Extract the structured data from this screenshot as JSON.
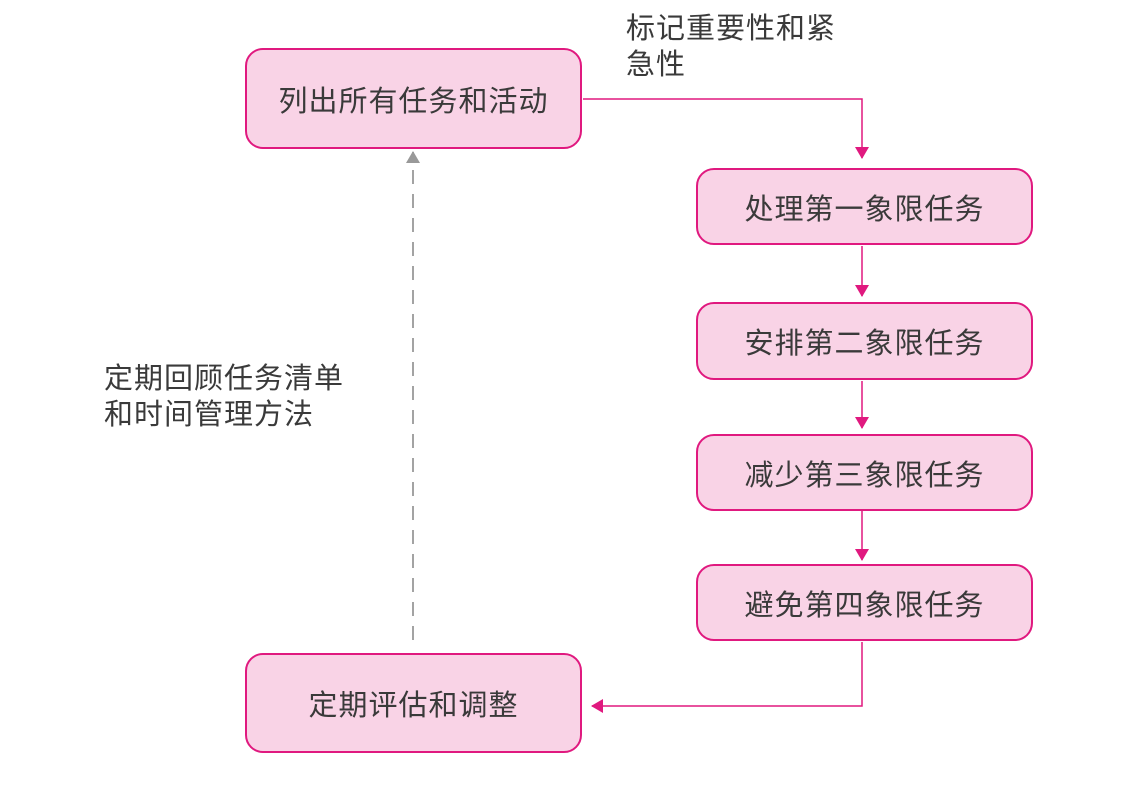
{
  "diagram": {
    "nodes": [
      {
        "id": "list",
        "text": "列出所有任务和活动"
      },
      {
        "id": "q1",
        "text": "处理第一象限任务"
      },
      {
        "id": "q2",
        "text": "安排第二象限任务"
      },
      {
        "id": "q3",
        "text": "减少第三象限任务"
      },
      {
        "id": "q4",
        "text": "避免第四象限任务"
      },
      {
        "id": "eval",
        "text": "定期评估和调整"
      }
    ],
    "edge_labels": {
      "mark": [
        "标记重要性和紧",
        "急性"
      ],
      "review": [
        "定期回顾任务清单",
        "和时间管理方法"
      ]
    },
    "edges": [
      {
        "from": "list",
        "to": "q1",
        "style": "solid",
        "label": "标记重要性和紧急性"
      },
      {
        "from": "q1",
        "to": "q2",
        "style": "solid"
      },
      {
        "from": "q2",
        "to": "q3",
        "style": "solid"
      },
      {
        "from": "q3",
        "to": "q4",
        "style": "solid"
      },
      {
        "from": "q4",
        "to": "eval",
        "style": "solid"
      },
      {
        "from": "eval",
        "to": "list",
        "style": "dashed",
        "label": "定期回顾任务清单和时间管理方法"
      }
    ],
    "colors": {
      "node_fill": "#f9d3e6",
      "node_border": "#e0197f",
      "arrow": "#e0197f",
      "feedback_arrow": "#999999",
      "text": "#3a3a3a"
    }
  }
}
